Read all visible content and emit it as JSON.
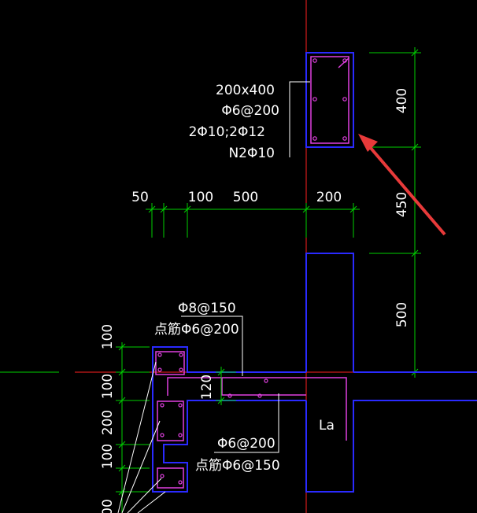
{
  "beam_annotation": {
    "size": "200x400",
    "stirrup": "Φ6@200",
    "main_bars": "2Φ10;2Φ12",
    "side_bars": "N2Φ10"
  },
  "top_dimensions": [
    "50",
    "100",
    "500",
    "200"
  ],
  "right_dimensions": [
    "400",
    "450",
    "500"
  ],
  "slab_annotation": {
    "top_rebar": "Φ8@150",
    "top_distribution": "点筋Φ6@200",
    "bottom_rebar": "Φ6@200",
    "bottom_distribution": "点筋Φ6@150"
  },
  "thickness_label": "120",
  "left_dimensions": [
    "100",
    "100",
    "200",
    "100",
    "00"
  ],
  "column_label": "La",
  "colors": {
    "background": "#000000",
    "dimension_line": "#00d000",
    "outline": "#2a2aff",
    "rebar": "#e040e0",
    "axis_red": "#ff2020",
    "arrow": "#e83a3a"
  }
}
